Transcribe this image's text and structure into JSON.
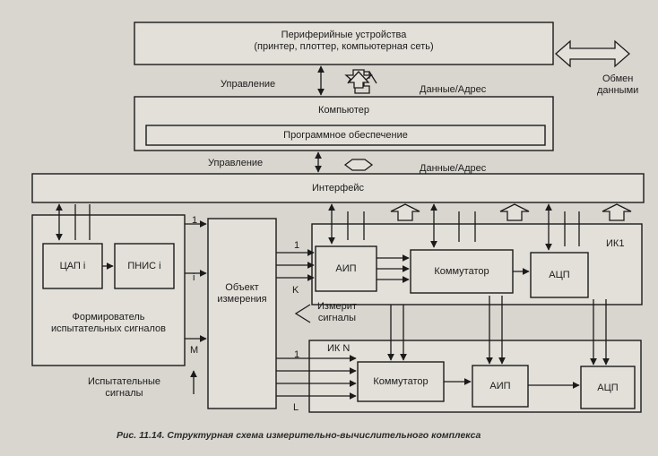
{
  "blocks": {
    "peripherals": {
      "line1": "Периферийные устройства",
      "line2": "(принтер, плоттер, компьютерная сеть)"
    },
    "computer": "Компьютер",
    "software": "Программное обеспечение",
    "interface": "Интерфейс",
    "dac": "ЦАП i",
    "pnis": "ПНИС i",
    "generator": {
      "line1": "Формирователь",
      "line2": "испытательных сигналов"
    },
    "object": {
      "line1": "Объект",
      "line2": "измерения"
    },
    "aip_top": "АИП",
    "commutator_top": "Коммутатор",
    "adc_top": "АЦП",
    "ik_top": "ИК1",
    "ik_bottom": "ИК N",
    "commutator_bottom": "Коммутатор",
    "aip_bottom": "АИП",
    "adc_bottom": "АЦП"
  },
  "labels": {
    "control_top": "Управление",
    "data_top": "Данные/Адрес",
    "exchange": {
      "line1": "Обмен",
      "line2": "данными"
    },
    "control_mid": "Управление",
    "data_mid": "Данные/Адрес",
    "test_signals": {
      "line1": "Испытательные",
      "line2": "сигналы"
    },
    "measured_signals": {
      "line1": "Измерит",
      "line2": "сигналы"
    },
    "idx_1_left": "1",
    "idx_i_left": "i",
    "idx_M": "M",
    "idx_1_top": "1",
    "idx_K": "K",
    "idx_1_bottom": "1",
    "idx_L": "L"
  },
  "caption": "Рис. 11.14. Структурная схема измерительно-вычислительного комплекса",
  "colors": {
    "line": "#1b1b1b",
    "paper": "#d9d6cf",
    "box": "#e3e0d9"
  }
}
